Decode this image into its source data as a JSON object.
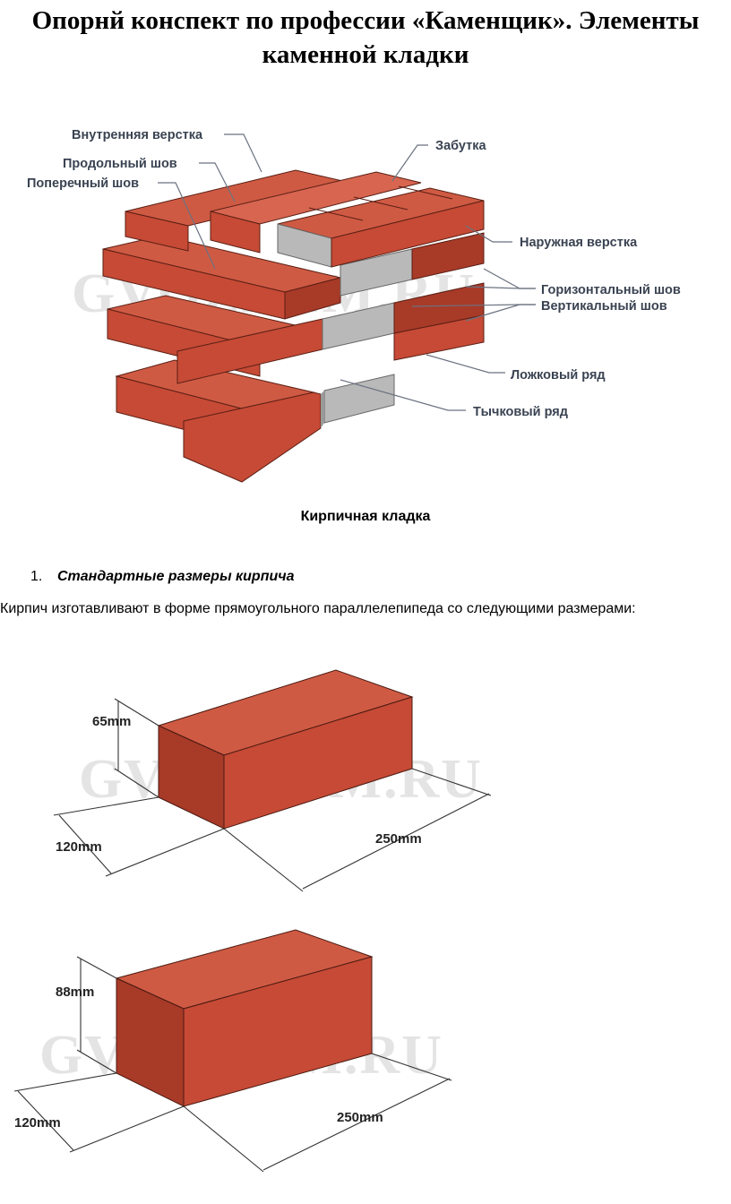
{
  "document": {
    "title": "Опорнй конспект по профессии «Каменщик». Элементы каменной кладки",
    "caption": "Кирпичная кладка",
    "list_number": "1.",
    "list_heading": "Стандартные размеры кирпича",
    "paragraph": "Кирпич изготавливают в форме прямоугольного параллелепипеда со следующими размерами:"
  },
  "masonry_figure": {
    "watermark": "GVOZDEM.RU",
    "labels": {
      "inner_facing": "Внутренняя верстка",
      "longitudinal_joint": "Продольный шов",
      "transverse_joint": "Поперечный шов",
      "backfill": "Забутка",
      "outer_facing": "Наружная верстка",
      "horizontal_joint": "Горизонтальный шов",
      "vertical_joint": "Вертикальный шов",
      "stretcher_course": "Ложковый ряд",
      "header_course": "Тычковый ряд"
    }
  },
  "brick_single": {
    "watermark": "GVOZDEM.RU",
    "height": "65mm",
    "width": "120mm",
    "length": "250mm"
  },
  "brick_thick": {
    "watermark": "GVOZDEM.RU",
    "height": "88mm",
    "width": "120mm",
    "length": "250mm"
  },
  "colors": {
    "brick_front": "#c64a35",
    "brick_top": "#cf5a43",
    "brick_side": "#a83a28",
    "mortar": "#b9b9b9"
  }
}
